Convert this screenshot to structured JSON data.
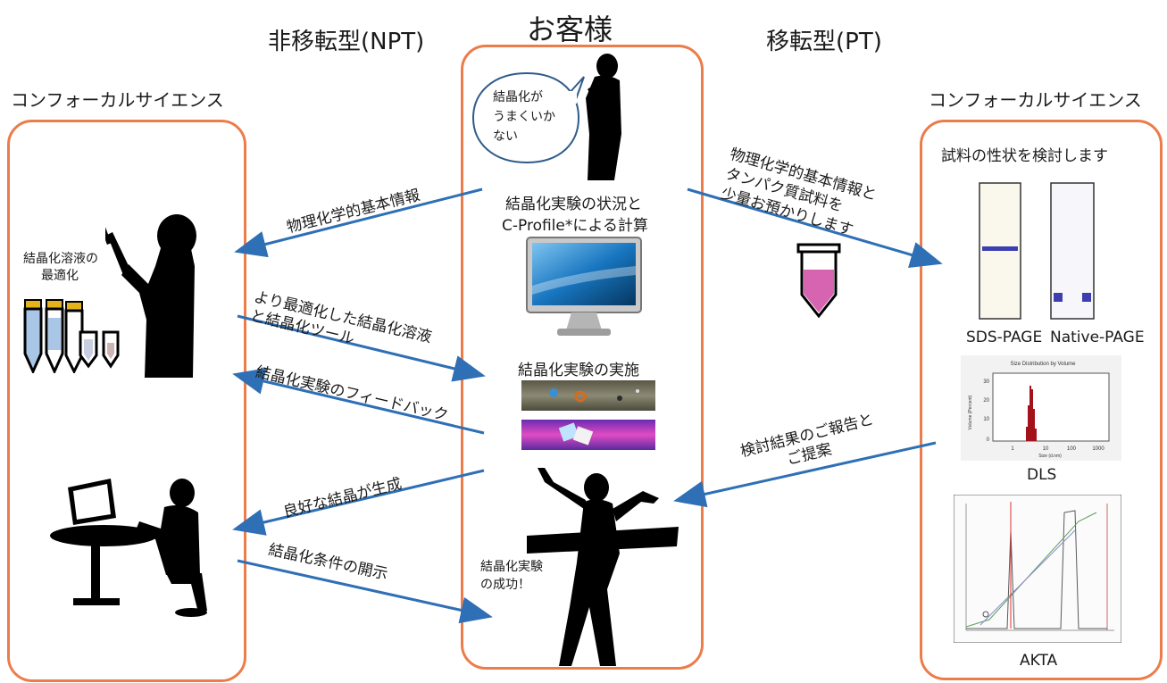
{
  "headings": {
    "left": "非移転型(NPT)",
    "center": "お客様",
    "right": "移転型(PT)"
  },
  "panels": {
    "left_title": "コンフォーカルサイエンス",
    "right_title": "コンフォーカルサイエンス"
  },
  "left_panel": {
    "optimize_label_line1": "結晶化溶液の",
    "optimize_label_line2": "最適化"
  },
  "center_panel": {
    "speech_line1": "結晶化が",
    "speech_line2": "うまくいか",
    "speech_line3": "ない",
    "status_line1": "結晶化実験の状況と",
    "status_line2": "C-Profile*による計算",
    "experiment_title": "結晶化実験の実施",
    "success_line1": "結晶化実験",
    "success_line2": "の成功！"
  },
  "right_panel": {
    "intro": "試料の性状を検討します",
    "gel_left_label": "SDS-PAGE",
    "gel_right_label": "Native-PAGE",
    "dls_label": "DLS",
    "dls_chart_title": "Size Distribution by Volume",
    "dls_y_axis": "Volume (Percent)",
    "dls_x_axis": "Size (d.nm)",
    "dls_y_ticks": [
      "30",
      "20",
      "10",
      "0"
    ],
    "dls_x_ticks": [
      "1",
      "10",
      "100",
      "1000"
    ],
    "akta_label": "AKTA"
  },
  "arrow_labels": {
    "physchem_info": "物理化学的基本情報",
    "optimized_line1": "より最適化した結晶化溶液",
    "optimized_line2": "と結晶化ツール",
    "feedback": "結晶化実験のフィードバック",
    "good_crystal": "良好な結晶が生成",
    "disclose_conditions": "結晶化条件の開示",
    "pt_line1": "物理化学的基本情報と",
    "pt_line2": "タンパク質試料を",
    "pt_line3": "少量お預かりします",
    "report_line1": "検討結果のご報告と",
    "report_line2": "ご提案"
  },
  "colors": {
    "panel_border": "#ec7c4a",
    "arrow": "#2e6fb5",
    "tube_fill": "#d764b0"
  }
}
